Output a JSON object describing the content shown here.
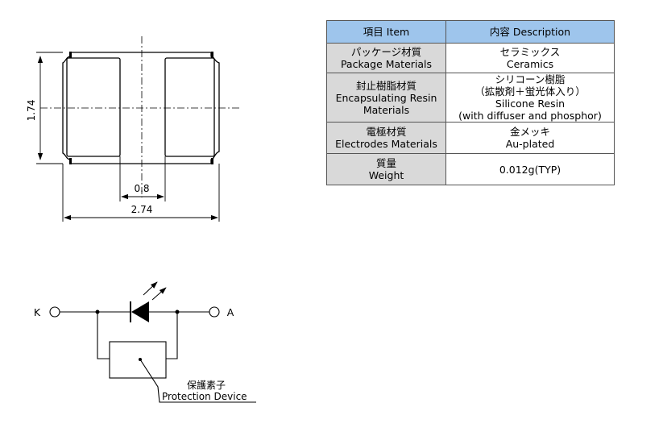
{
  "package_drawing": {
    "height_label": "1.74",
    "gap_label": "0.8",
    "width_label": "2.74"
  },
  "circuit": {
    "cathode_label": "K",
    "anode_label": "A",
    "protection_label_jp": "保護素子",
    "protection_label_en": "Protection Device"
  },
  "spec_table": {
    "header_item": "項目 Item",
    "header_desc": "内容 Description",
    "rows": [
      {
        "item": [
          "パッケージ材質",
          "Package Materials"
        ],
        "desc": [
          "セラミックス",
          "Ceramics"
        ]
      },
      {
        "item": [
          "封止樹脂材質",
          "Encapsulating Resin",
          "Materials"
        ],
        "desc": [
          "シリコーン樹脂",
          "（拡散剤＋蛍光体入り）",
          "Silicone Resin",
          "(with diffuser and phosphor)"
        ]
      },
      {
        "item": [
          "電極材質",
          "Electrodes Materials"
        ],
        "desc": [
          "金メッキ",
          "Au-plated"
        ]
      },
      {
        "item": [
          "質量",
          "Weight"
        ],
        "desc": [
          "0.012g(TYP)"
        ]
      }
    ]
  }
}
